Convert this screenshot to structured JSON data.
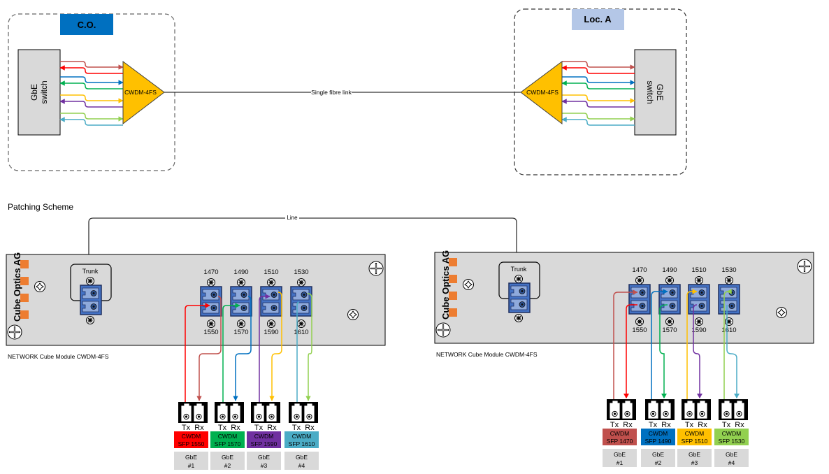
{
  "sites": {
    "left": {
      "label": "C.O.",
      "label_bg": "#0070C0",
      "label_color": "#ffffff",
      "switch_label_line1": "GbE",
      "switch_label_line2": "switch",
      "mux_label": "CWDM-4FS"
    },
    "right": {
      "label": "Loc. A",
      "label_bg": "#B4C7E7",
      "label_color": "#000000",
      "switch_label_line1": "GbE",
      "switch_label_line2": "switch",
      "mux_label": "CWDM-4FS"
    },
    "link_label": "Single fibre link",
    "channel_colors": [
      "#C0504D",
      "#FF0000",
      "#0070C0",
      "#00B050",
      "#FFC000",
      "#7030A0",
      "#92D050",
      "#4BACC6"
    ]
  },
  "patching": {
    "title": "Patching Scheme",
    "line_label": "Line",
    "modules": [
      {
        "brand": "Cube Optics AG",
        "caption": "NETWORK Cube Module CWDM-4FS",
        "trunk_label": "Trunk",
        "top_wavelengths": [
          "1470",
          "1490",
          "1510",
          "1530"
        ],
        "bottom_wavelengths": [
          "1550",
          "1570",
          "1590",
          "1610"
        ],
        "sfps": [
          {
            "tx": "Tx",
            "rx": "Rx",
            "line1": "CWDM",
            "line2": "SFP 1550",
            "color": "#FF0000",
            "text_color": "#7F0000",
            "port_line1": "GbE",
            "port_line2": "#1"
          },
          {
            "tx": "Tx",
            "rx": "Rx",
            "line1": "CWDM",
            "line2": "SFP 1570",
            "color": "#00B050",
            "text_color": "#004020",
            "port_line1": "GbE",
            "port_line2": "#2"
          },
          {
            "tx": "Tx",
            "rx": "Rx",
            "line1": "CWDM",
            "line2": "SFP 1590",
            "color": "#7030A0",
            "text_color": "#2A0F40",
            "port_line1": "GbE",
            "port_line2": "#3"
          },
          {
            "tx": "Tx",
            "rx": "Rx",
            "line1": "CWDM",
            "line2": "SFP 1610",
            "color": "#4BACC6",
            "text_color": "#1A4A58",
            "port_line1": "GbE",
            "port_line2": "#4"
          }
        ]
      },
      {
        "brand": "Cube Optics AG",
        "caption": "NETWORK Cube Module CWDM-4FS",
        "trunk_label": "Trunk",
        "top_wavelengths": [
          "1470",
          "1490",
          "1510",
          "1530"
        ],
        "bottom_wavelengths": [
          "1550",
          "1570",
          "1590",
          "1610"
        ],
        "sfps": [
          {
            "tx": "Tx",
            "rx": "Rx",
            "line1": "CWDM",
            "line2": "SFP 1470",
            "color": "#C0504D",
            "text_color": "#4A1010",
            "port_line1": "GbE",
            "port_line2": "#1"
          },
          {
            "tx": "Tx",
            "rx": "Rx",
            "line1": "CWDM",
            "line2": "SFP 1490",
            "color": "#0070C0",
            "text_color": "#00284A",
            "port_line1": "GbE",
            "port_line2": "#2"
          },
          {
            "tx": "Tx",
            "rx": "Rx",
            "line1": "CWDM",
            "line2": "SFP 1510",
            "color": "#FFC000",
            "text_color": "#5A4000",
            "port_line1": "GbE",
            "port_line2": "#3"
          },
          {
            "tx": "Tx",
            "rx": "Rx",
            "line1": "CWDM",
            "line2": "SFP 1530",
            "color": "#92D050",
            "text_color": "#2A4A10",
            "port_line1": "GbE",
            "port_line2": "#4"
          }
        ]
      }
    ]
  }
}
